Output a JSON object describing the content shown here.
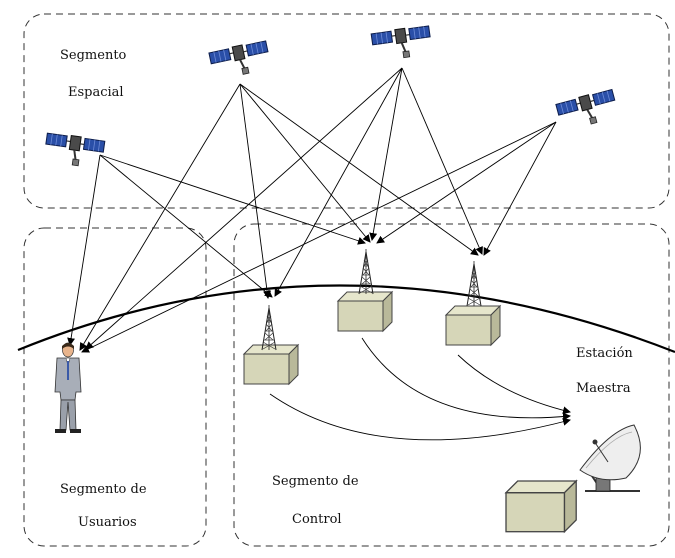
{
  "labels": {
    "space_line1": "Segmento",
    "space_line2": "Espacial",
    "users_line1": "Segmento de",
    "users_line2": "Usuarios",
    "control_line1": "Segmento de",
    "control_line2": "Control",
    "master_line1": "Estación",
    "master_line2": "Maestra"
  },
  "icons": {
    "satellite": "satellite-icon",
    "tower": "antenna-tower-icon",
    "station_box": "ground-station-box-icon",
    "dish": "satellite-dish-icon",
    "user": "person-icon"
  },
  "colors": {
    "box_fill": "#d6d6b8",
    "box_side": "#b9b99a",
    "box_top": "#e6e6cc",
    "solar_panel": "#2a4fa8",
    "suit": "#a8aeb8",
    "line": "#000000"
  }
}
